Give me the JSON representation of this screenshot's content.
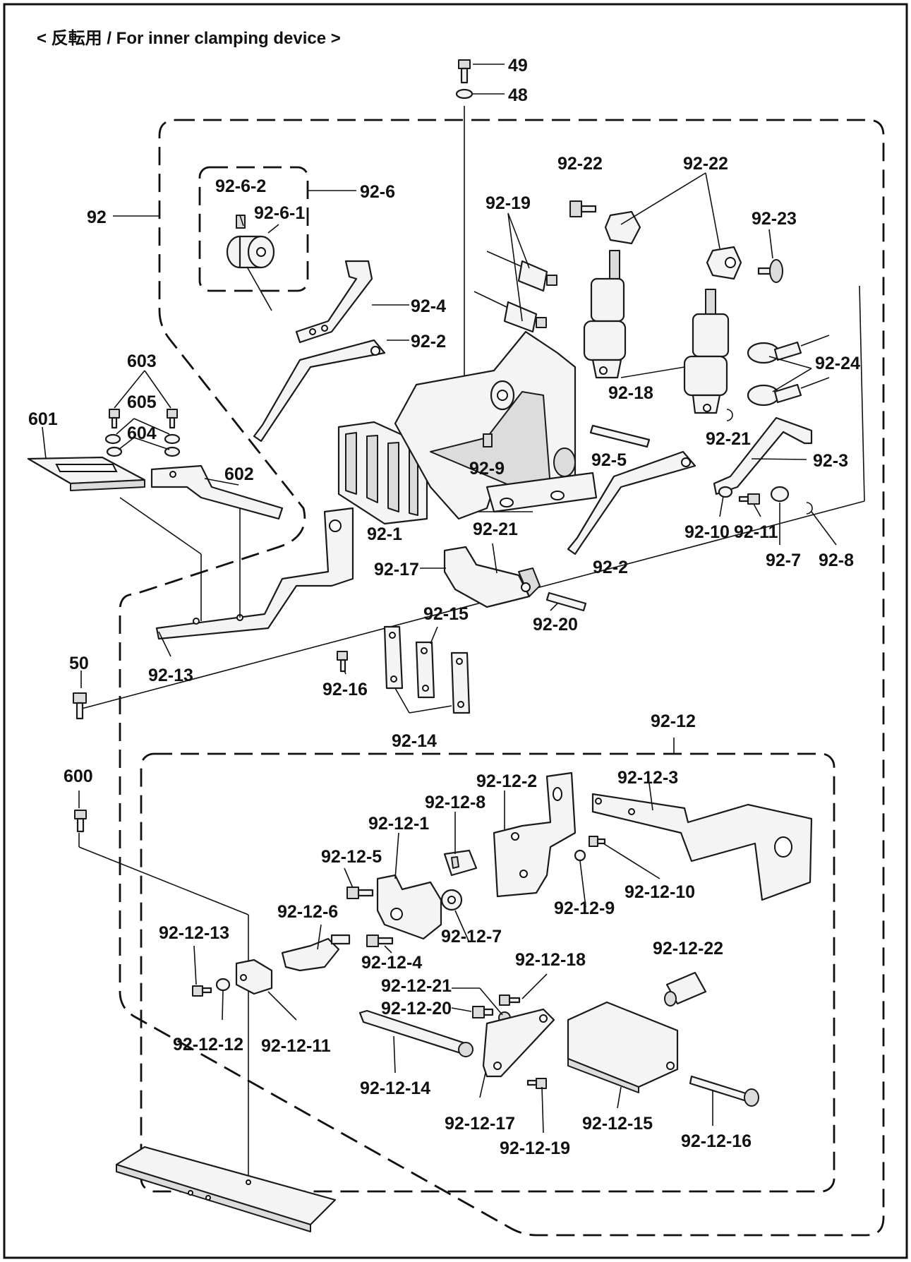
{
  "title": "< 反転用 / For inner clamping device >",
  "labels": {
    "p49": "49",
    "p48": "48",
    "p92": "92",
    "p92_6": "92-6",
    "p92_6_2": "92-6-2",
    "p92_6_1": "92-6-1",
    "p92_4": "92-4",
    "p92_2a": "92-2",
    "p92_2b": "92-2",
    "p92_19": "92-19",
    "p92_22a": "92-22",
    "p92_22b": "92-22",
    "p92_23": "92-23",
    "p92_18": "92-18",
    "p92_24": "92-24",
    "p92_21a": "92-21",
    "p92_21b": "92-21",
    "p92_3": "92-3",
    "p92_5": "92-5",
    "p92_9": "92-9",
    "p92_1": "92-1",
    "p92_10": "92-10",
    "p92_11": "92-11",
    "p92_7": "92-7",
    "p92_8": "92-8",
    "p92_17": "92-17",
    "p92_20": "92-20",
    "p92_15": "92-15",
    "p92_16": "92-16",
    "p92_14": "92-14",
    "p92_13": "92-13",
    "p603": "603",
    "p605": "605",
    "p604": "604",
    "p601": "601",
    "p602": "602",
    "p50": "50",
    "p600": "600",
    "p92_12": "92-12",
    "p92_12_2": "92-12-2",
    "p92_12_3": "92-12-3",
    "p92_12_8": "92-12-8",
    "p92_12_1": "92-12-1",
    "p92_12_5": "92-12-5",
    "p92_12_6": "92-12-6",
    "p92_12_13": "92-12-13",
    "p92_12_4": "92-12-4",
    "p92_12_7": "92-12-7",
    "p92_12_9": "92-12-9",
    "p92_12_10": "92-12-10",
    "p92_12_18": "92-12-18",
    "p92_12_22": "92-12-22",
    "p92_12_21": "92-12-21",
    "p92_12_20": "92-12-20",
    "p92_12_12": "92-12-12",
    "p92_12_11": "92-12-11",
    "p92_12_14": "92-12-14",
    "p92_12_17": "92-12-17",
    "p92_12_19": "92-12-19",
    "p92_12_15": "92-12-15",
    "p92_12_16": "92-12-16"
  }
}
